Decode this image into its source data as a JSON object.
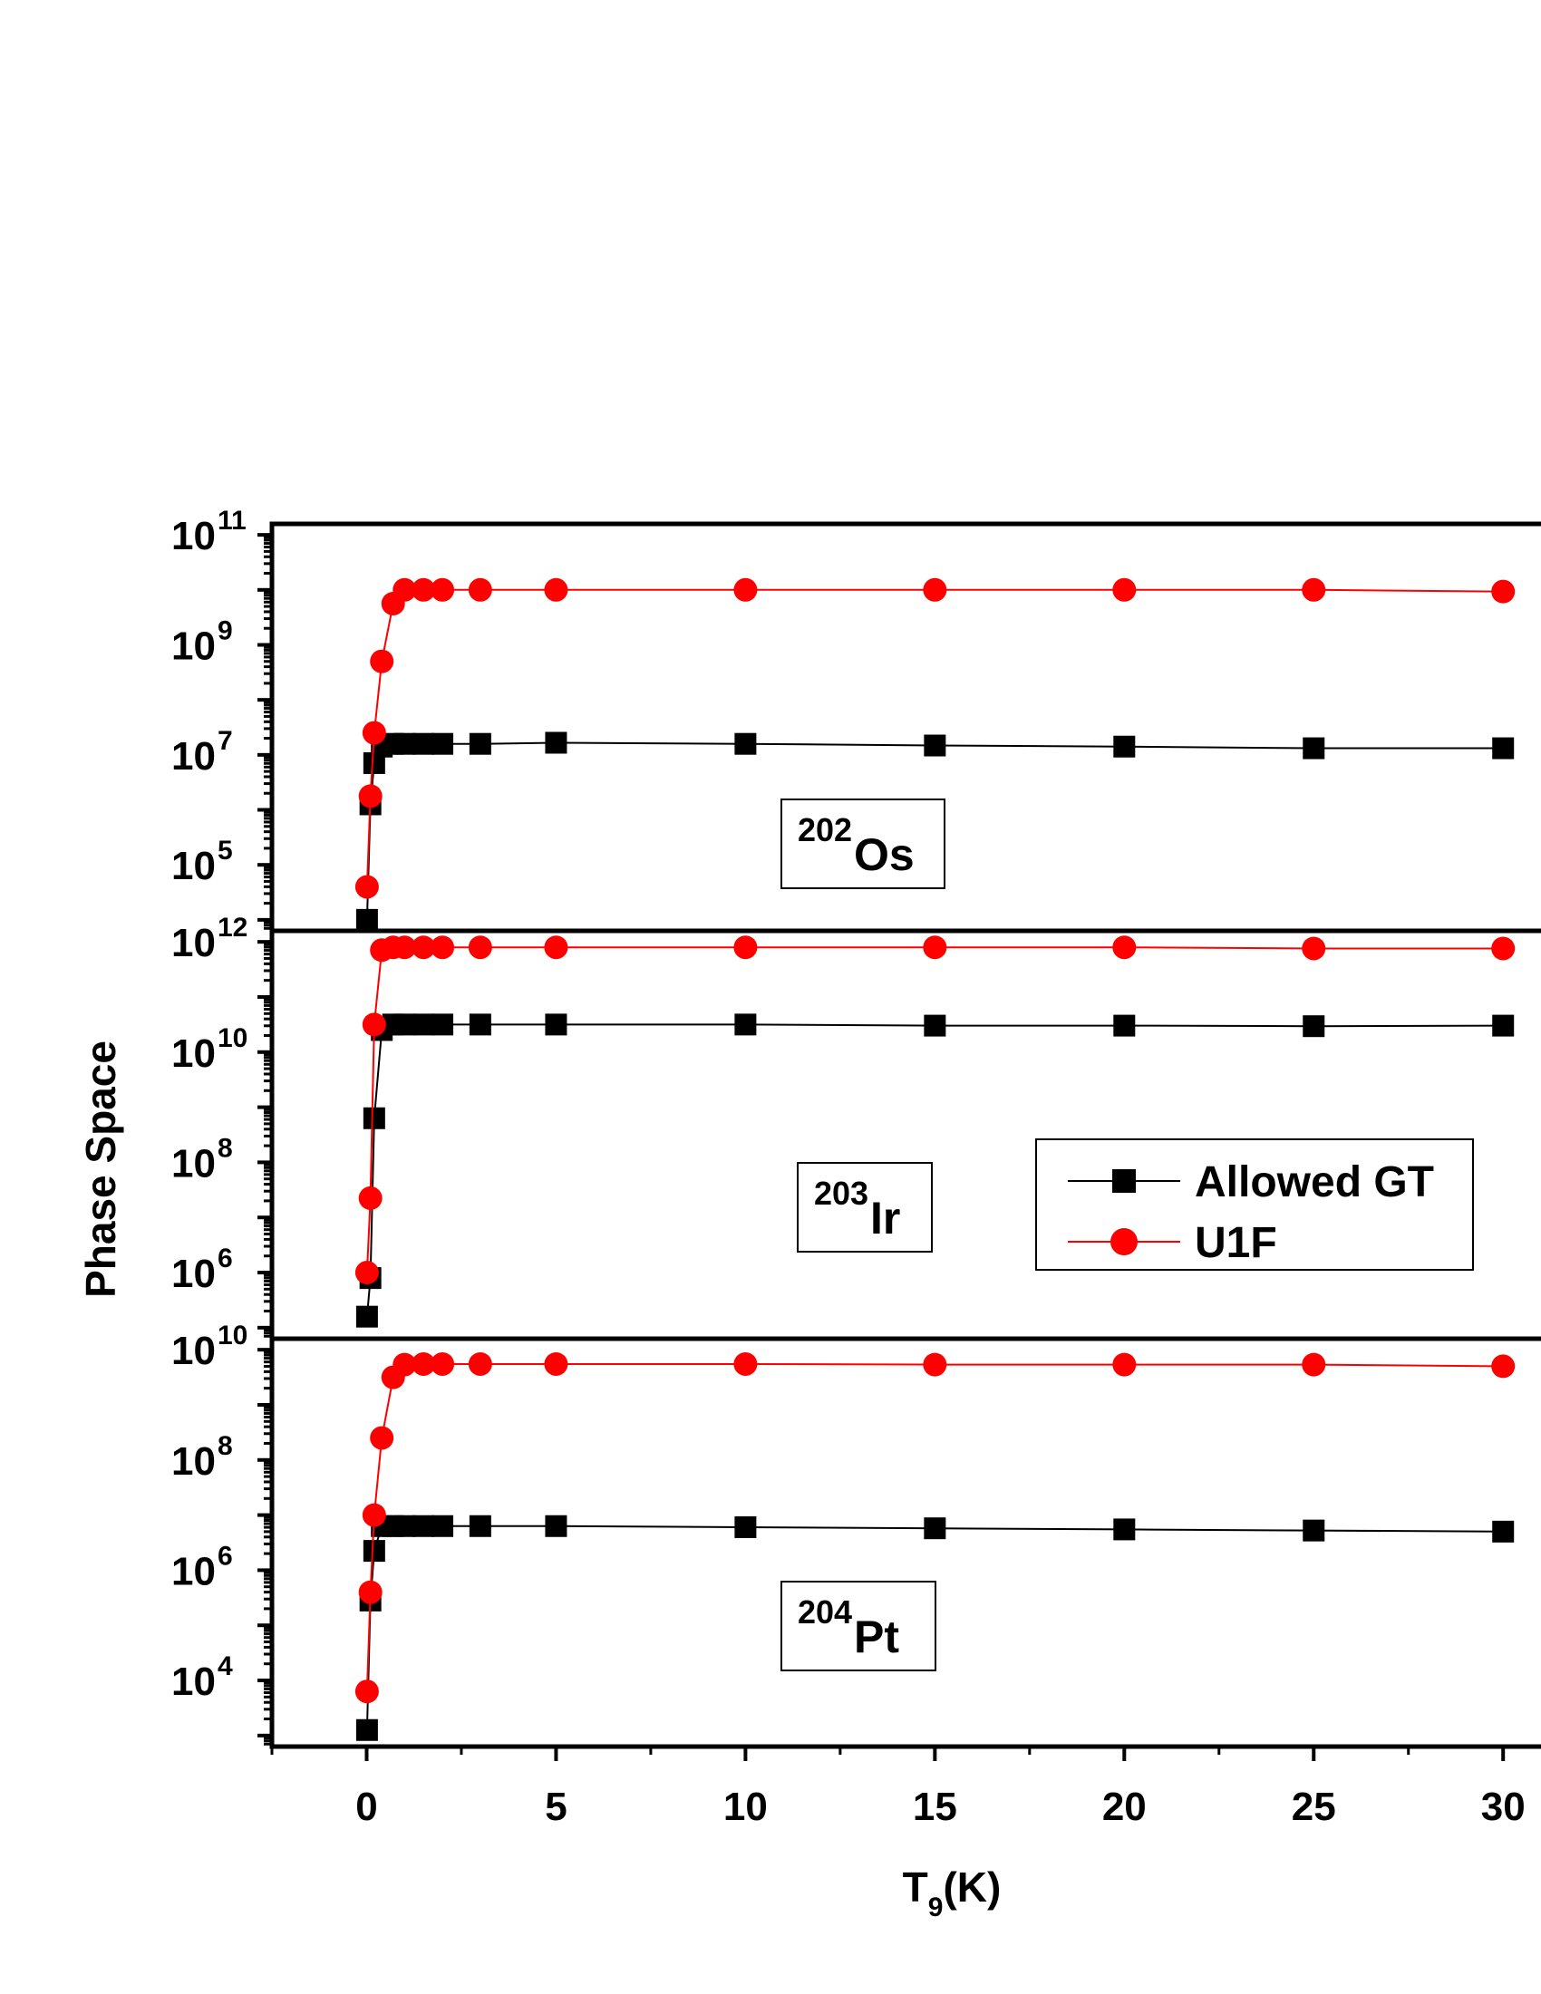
{
  "chart_data": {
    "type": "line",
    "xlabel": {
      "main": "T",
      "sub": "9",
      "tail": "(K)"
    },
    "ylabel": "Phase Space",
    "x_ticks": [
      "0",
      "5",
      "10",
      "15",
      "20",
      "25",
      "30"
    ],
    "xlim": [
      -2.5,
      31
    ],
    "legend": {
      "placement": "middle-right",
      "entries": [
        "Allowed GT",
        "U1F"
      ]
    },
    "colors": {
      "allowed_gt": "#000000",
      "u1f": "#ff0000"
    },
    "markers": {
      "allowed_gt": "square",
      "u1f": "circle"
    },
    "x": [
      0.01,
      0.1,
      0.2,
      0.4,
      0.7,
      1,
      1.5,
      2,
      3,
      5,
      10,
      15,
      20,
      25,
      30
    ],
    "panels": [
      {
        "nucleus": {
          "mass": "202",
          "symbol": "Os"
        },
        "log_ylim": [
          3.8,
          11.2
        ],
        "y_tick_exps": [
          "5",
          "7",
          "9",
          "11"
        ],
        "y_tick_positions": [
          5,
          7,
          9,
          11
        ],
        "series": [
          {
            "name": "Allowed GT",
            "log_values": [
              4.0,
              6.1,
              6.85,
              7.15,
              7.2,
              7.2,
              7.2,
              7.2,
              7.2,
              7.22,
              7.2,
              7.17,
              7.15,
              7.12,
              7.12
            ]
          },
          {
            "name": "U1F",
            "log_values": [
              4.6,
              6.25,
              7.4,
              8.7,
              9.75,
              10.0,
              10.0,
              10.0,
              10.0,
              10.0,
              10.0,
              10.0,
              10.0,
              10.0,
              9.97
            ]
          }
        ]
      },
      {
        "nucleus": {
          "mass": "203",
          "symbol": "Ir"
        },
        "log_ylim": [
          4.8,
          12.2
        ],
        "y_tick_exps": [
          "6",
          "8",
          "10",
          "12"
        ],
        "y_tick_positions": [
          6,
          8,
          10,
          12
        ],
        "series": [
          {
            "name": "Allowed GT",
            "log_values": [
              5.2,
              5.9,
              8.8,
              10.4,
              10.5,
              10.5,
              10.5,
              10.5,
              10.5,
              10.5,
              10.5,
              10.48,
              10.48,
              10.47,
              10.48
            ]
          },
          {
            "name": "U1F",
            "log_values": [
              6.0,
              7.35,
              10.5,
              11.85,
              11.9,
              11.9,
              11.9,
              11.9,
              11.9,
              11.9,
              11.9,
              11.9,
              11.9,
              11.88,
              11.88
            ]
          }
        ]
      },
      {
        "nucleus": {
          "mass": "204",
          "symbol": "Pt"
        },
        "log_ylim": [
          2.8,
          10.2
        ],
        "y_tick_exps": [
          "4",
          "6",
          "8",
          "10"
        ],
        "y_tick_positions": [
          4,
          6,
          8,
          10
        ],
        "series": [
          {
            "name": "Allowed GT",
            "log_values": [
              3.1,
              5.45,
              6.35,
              6.8,
              6.8,
              6.8,
              6.8,
              6.8,
              6.8,
              6.8,
              6.78,
              6.76,
              6.74,
              6.72,
              6.7
            ]
          },
          {
            "name": "U1F",
            "log_values": [
              3.8,
              5.6,
              7.0,
              8.4,
              9.5,
              9.73,
              9.74,
              9.74,
              9.74,
              9.74,
              9.74,
              9.73,
              9.73,
              9.73,
              9.7
            ]
          }
        ]
      }
    ]
  }
}
